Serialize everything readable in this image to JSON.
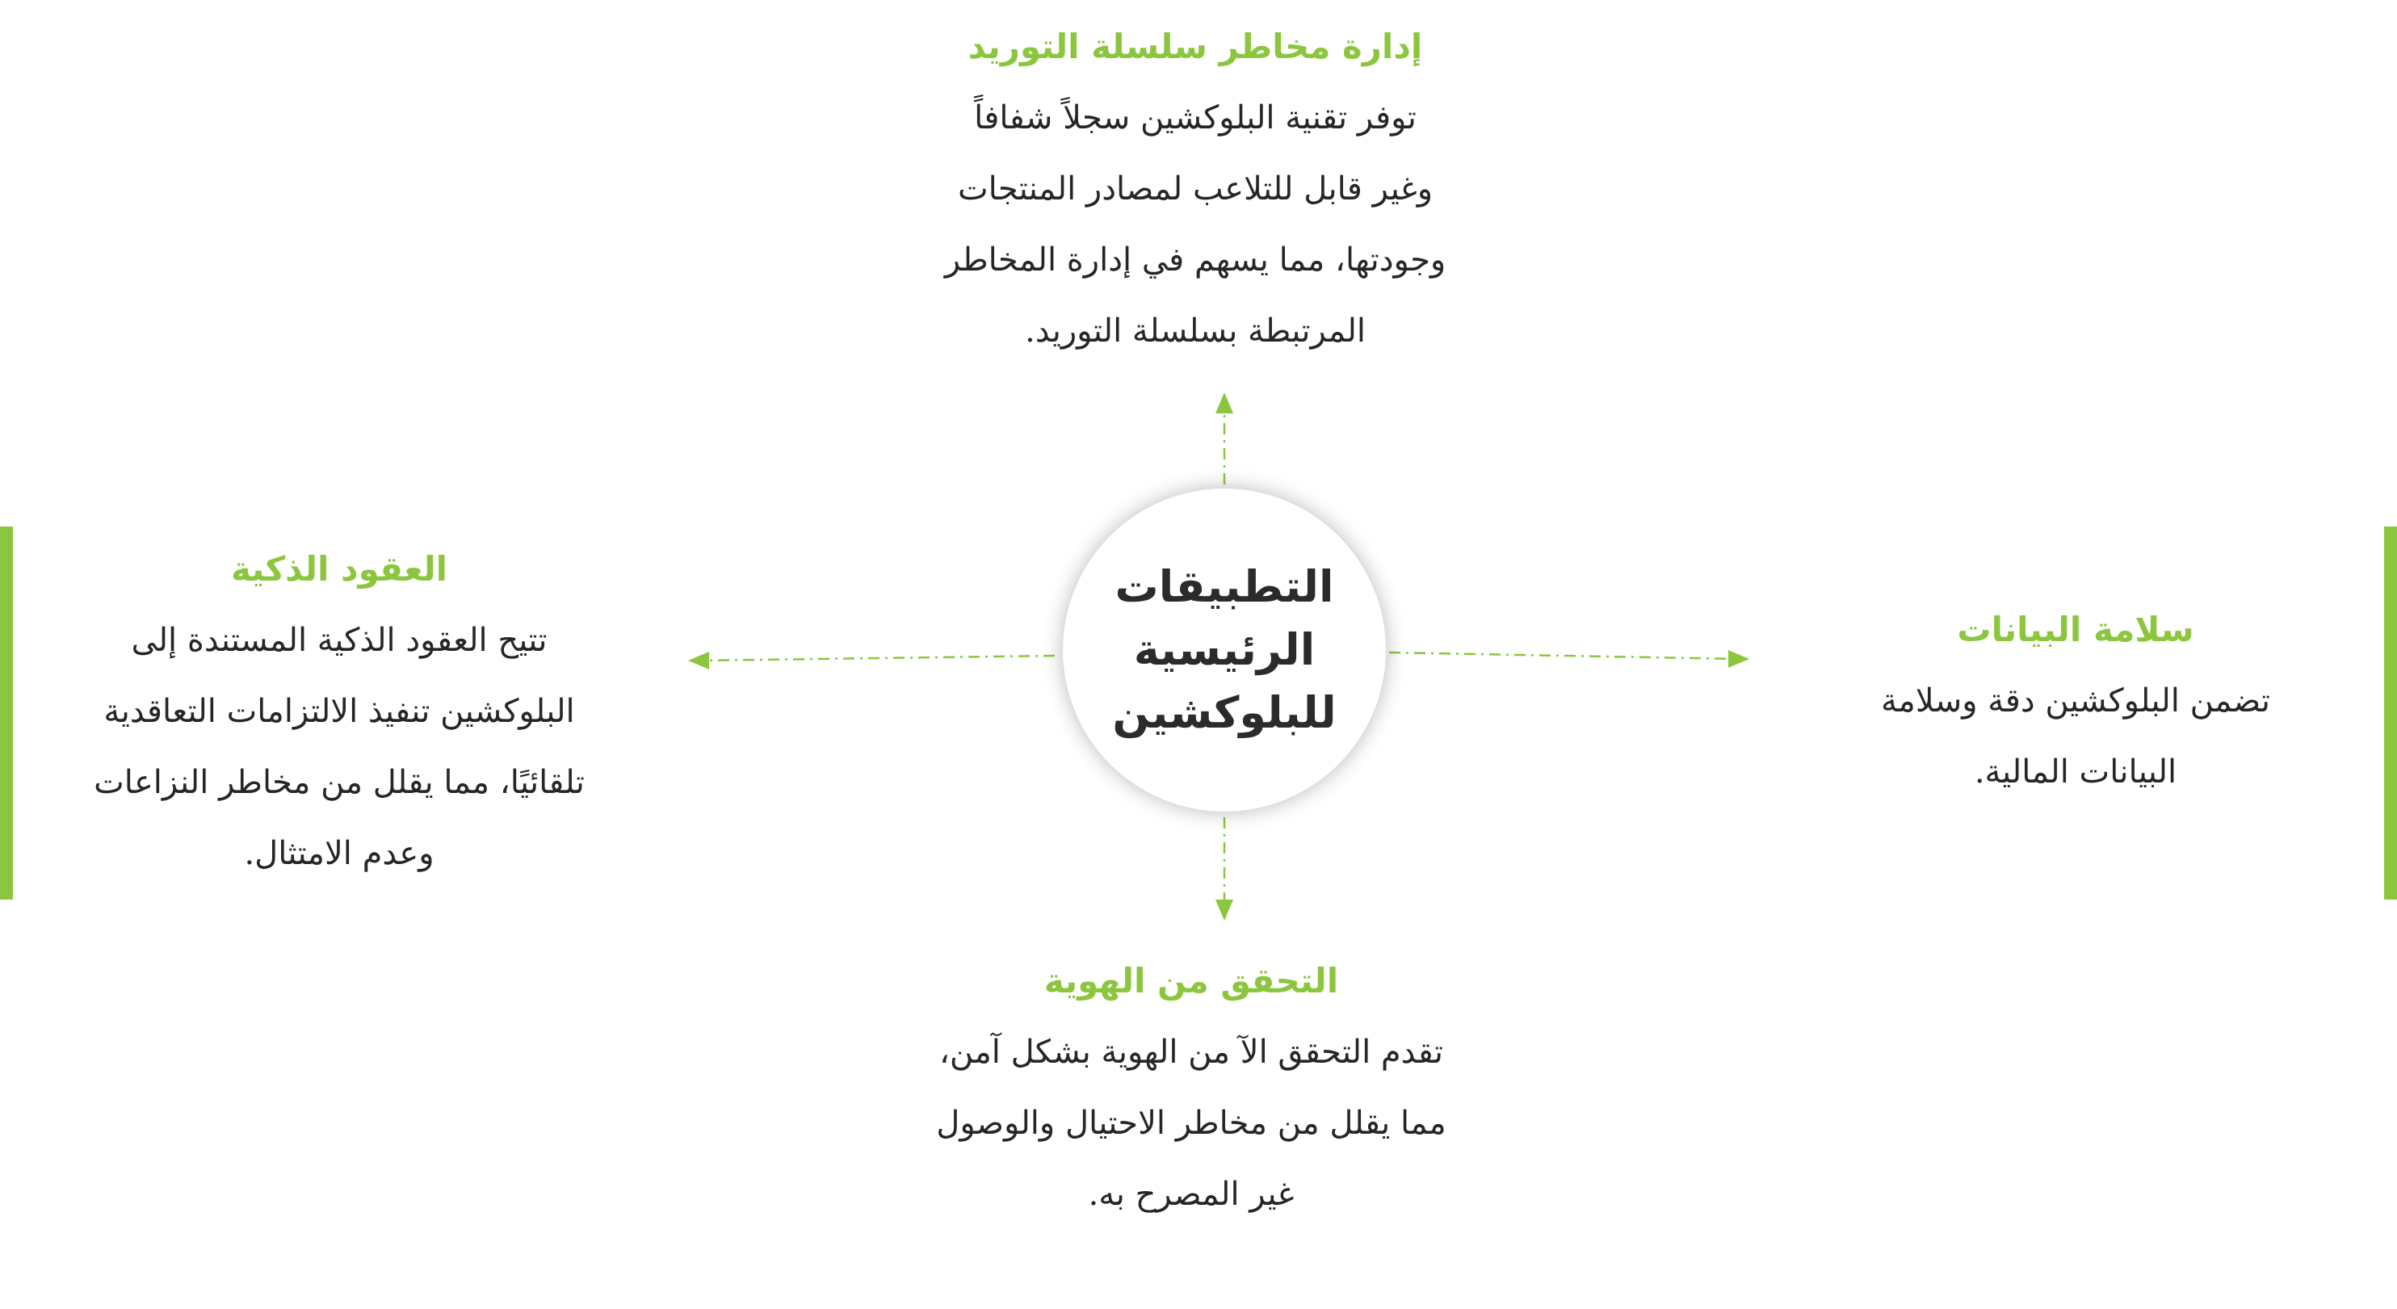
{
  "colors": {
    "accent": "#8cc63f",
    "text": "#262626",
    "center_text": "#2b2b2b"
  },
  "center": {
    "title_lines": [
      "التطبيقات",
      "الرئيسية",
      "للبلوكشين"
    ]
  },
  "top": {
    "title": "إدارة مخاطر سلسلة التوريد",
    "lines": [
      "توفر تقنية البلوكشين سجلاً شفافاً",
      "وغير قابل للتلاعب لمصادر المنتجات",
      "وجودتها، مما يسهم في إدارة المخاطر",
      "المرتبطة بسلسلة التوريد."
    ]
  },
  "left": {
    "title": "العقود الذكية",
    "lines": [
      "تتيح العقود الذكية المستندة إلى",
      "البلوكشين تنفيذ الالتزامات التعاقدية",
      "تلقائيًا، مما يقلل من مخاطر النزاعات",
      "وعدم الامتثال."
    ]
  },
  "right": {
    "title": "سلامة البيانات",
    "lines": [
      "تضمن البلوكشين دقة وسلامة",
      "البيانات المالية."
    ]
  },
  "bottom": {
    "title": "التحقق من الهوية",
    "lines": [
      "تقدم التحقق الآ من الهوية بشكل آمن،",
      "مما يقلل من مخاطر الاحتيال والوصول",
      "غير المصرح به."
    ]
  }
}
